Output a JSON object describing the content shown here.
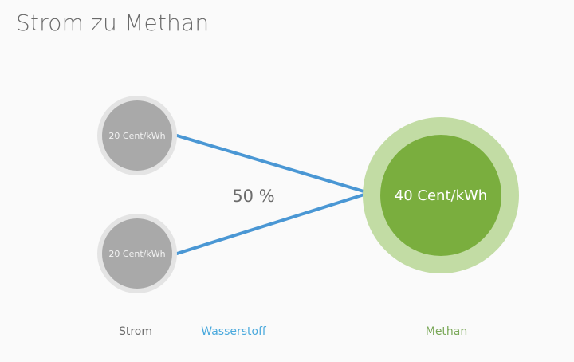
{
  "slide": {
    "title": "Strom zu Methan",
    "conversion_label": "50 %"
  },
  "nodes": {
    "strom_top": {
      "price": "20 Cent/kWh"
    },
    "strom_bottom": {
      "price": "20 Cent/kWh"
    },
    "methan": {
      "price": "40 Cent/kWh"
    }
  },
  "labels": {
    "strom": "Strom",
    "wasserstoff": "Wasserstoff",
    "methan": "Methan"
  },
  "colors": {
    "title": "#6a6a6a",
    "gray_ring": "#e4e4e4",
    "gray_fill": "#a9a9a9",
    "green_ring": "#c2dca4",
    "green_fill": "#7aae3e",
    "connector": "#4a97d4",
    "strom_label": "#6a6a6a",
    "wasserstoff_label": "#4aa9dd",
    "methan_label": "#7aa858"
  }
}
